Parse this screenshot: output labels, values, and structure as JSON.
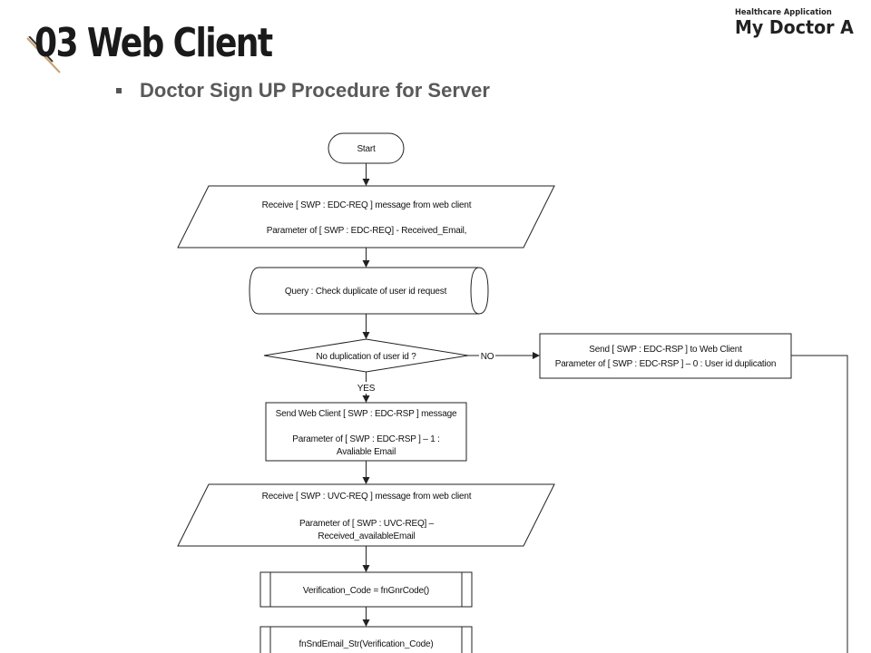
{
  "header": {
    "title": "03 Web Client",
    "subtitle": "Doctor Sign UP Procedure for Server",
    "brand_small": "Healthcare Application",
    "brand_large": "My Doctor A"
  },
  "flowchart": {
    "start": "Start",
    "receive_edc": {
      "line1": "Receive [ SWP : EDC-REQ ] message from web client",
      "line2": "Parameter of [ SWP : EDC-REQ] - Received_Email,"
    },
    "query": "Query : Check duplicate of user id request",
    "decision": "No duplication of user id ?",
    "no_label": "NO",
    "yes_label": "YES",
    "send_dup": {
      "line1": "Send [ SWP : EDC-RSP ] to Web Client",
      "line2": "Parameter of [ SWP : EDC-RSP ] – 0 : User id duplication"
    },
    "send_ok": {
      "line1": "Send Web Client [ SWP : EDC-RSP ] message",
      "line2": "Parameter of [ SWP : EDC-RSP ] – 1 :",
      "line3": "Avaliable Email"
    },
    "receive_uvc": {
      "line1": "Receive [ SWP : UVC-REQ ] message from web client",
      "line2": "Parameter of [ SWP : UVC-REQ] –",
      "line3": "Received_availableEmail"
    },
    "gen_code": "Verification_Code = fnGnrCode()",
    "send_email": "fnSndEmail_Str(Verification_Code)"
  }
}
